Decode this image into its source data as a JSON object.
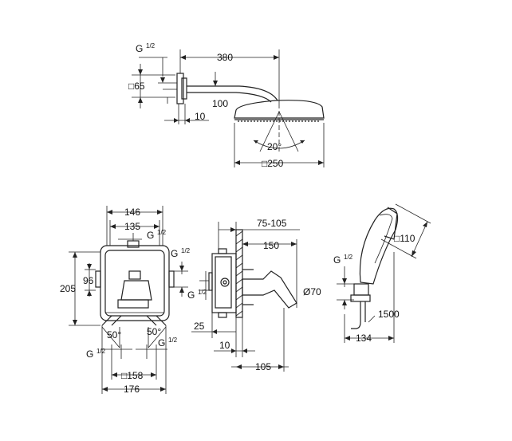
{
  "shower_head": {
    "thread_label": "G",
    "thread_fraction": "1/2",
    "flange_square": "□65",
    "arm_length": "380",
    "head_height": "100",
    "wall_offset": "10",
    "spray_angle": "20°",
    "head_square": "□250"
  },
  "mixer_front": {
    "overall_width": "146",
    "inner_width": "135",
    "thread_top_label": "G",
    "thread_top_fraction": "1/2",
    "thread_side_label": "G",
    "thread_side_fraction": "1/2",
    "height": "205",
    "inner_height": "96",
    "angle_left": "50°",
    "angle_right": "50°",
    "thread_bottom_left_label": "G",
    "thread_bottom_left_fraction": "1/2",
    "thread_bottom_right_label": "G",
    "thread_bottom_right_fraction": "1/2",
    "plate_square": "□158",
    "bottom_width": "176"
  },
  "mixer_side": {
    "depth_range": "75-105",
    "projection": "150",
    "thread_label": "G",
    "thread_fraction": "1/2",
    "offset_25": "25",
    "offset_10": "10",
    "offset_105": "105"
  },
  "hand_shower": {
    "head_square": "□110",
    "thread_label": "G",
    "thread_fraction": "1/2",
    "holder_diameter": "Ø70",
    "hose_length": "1500",
    "holder_width": "134"
  }
}
